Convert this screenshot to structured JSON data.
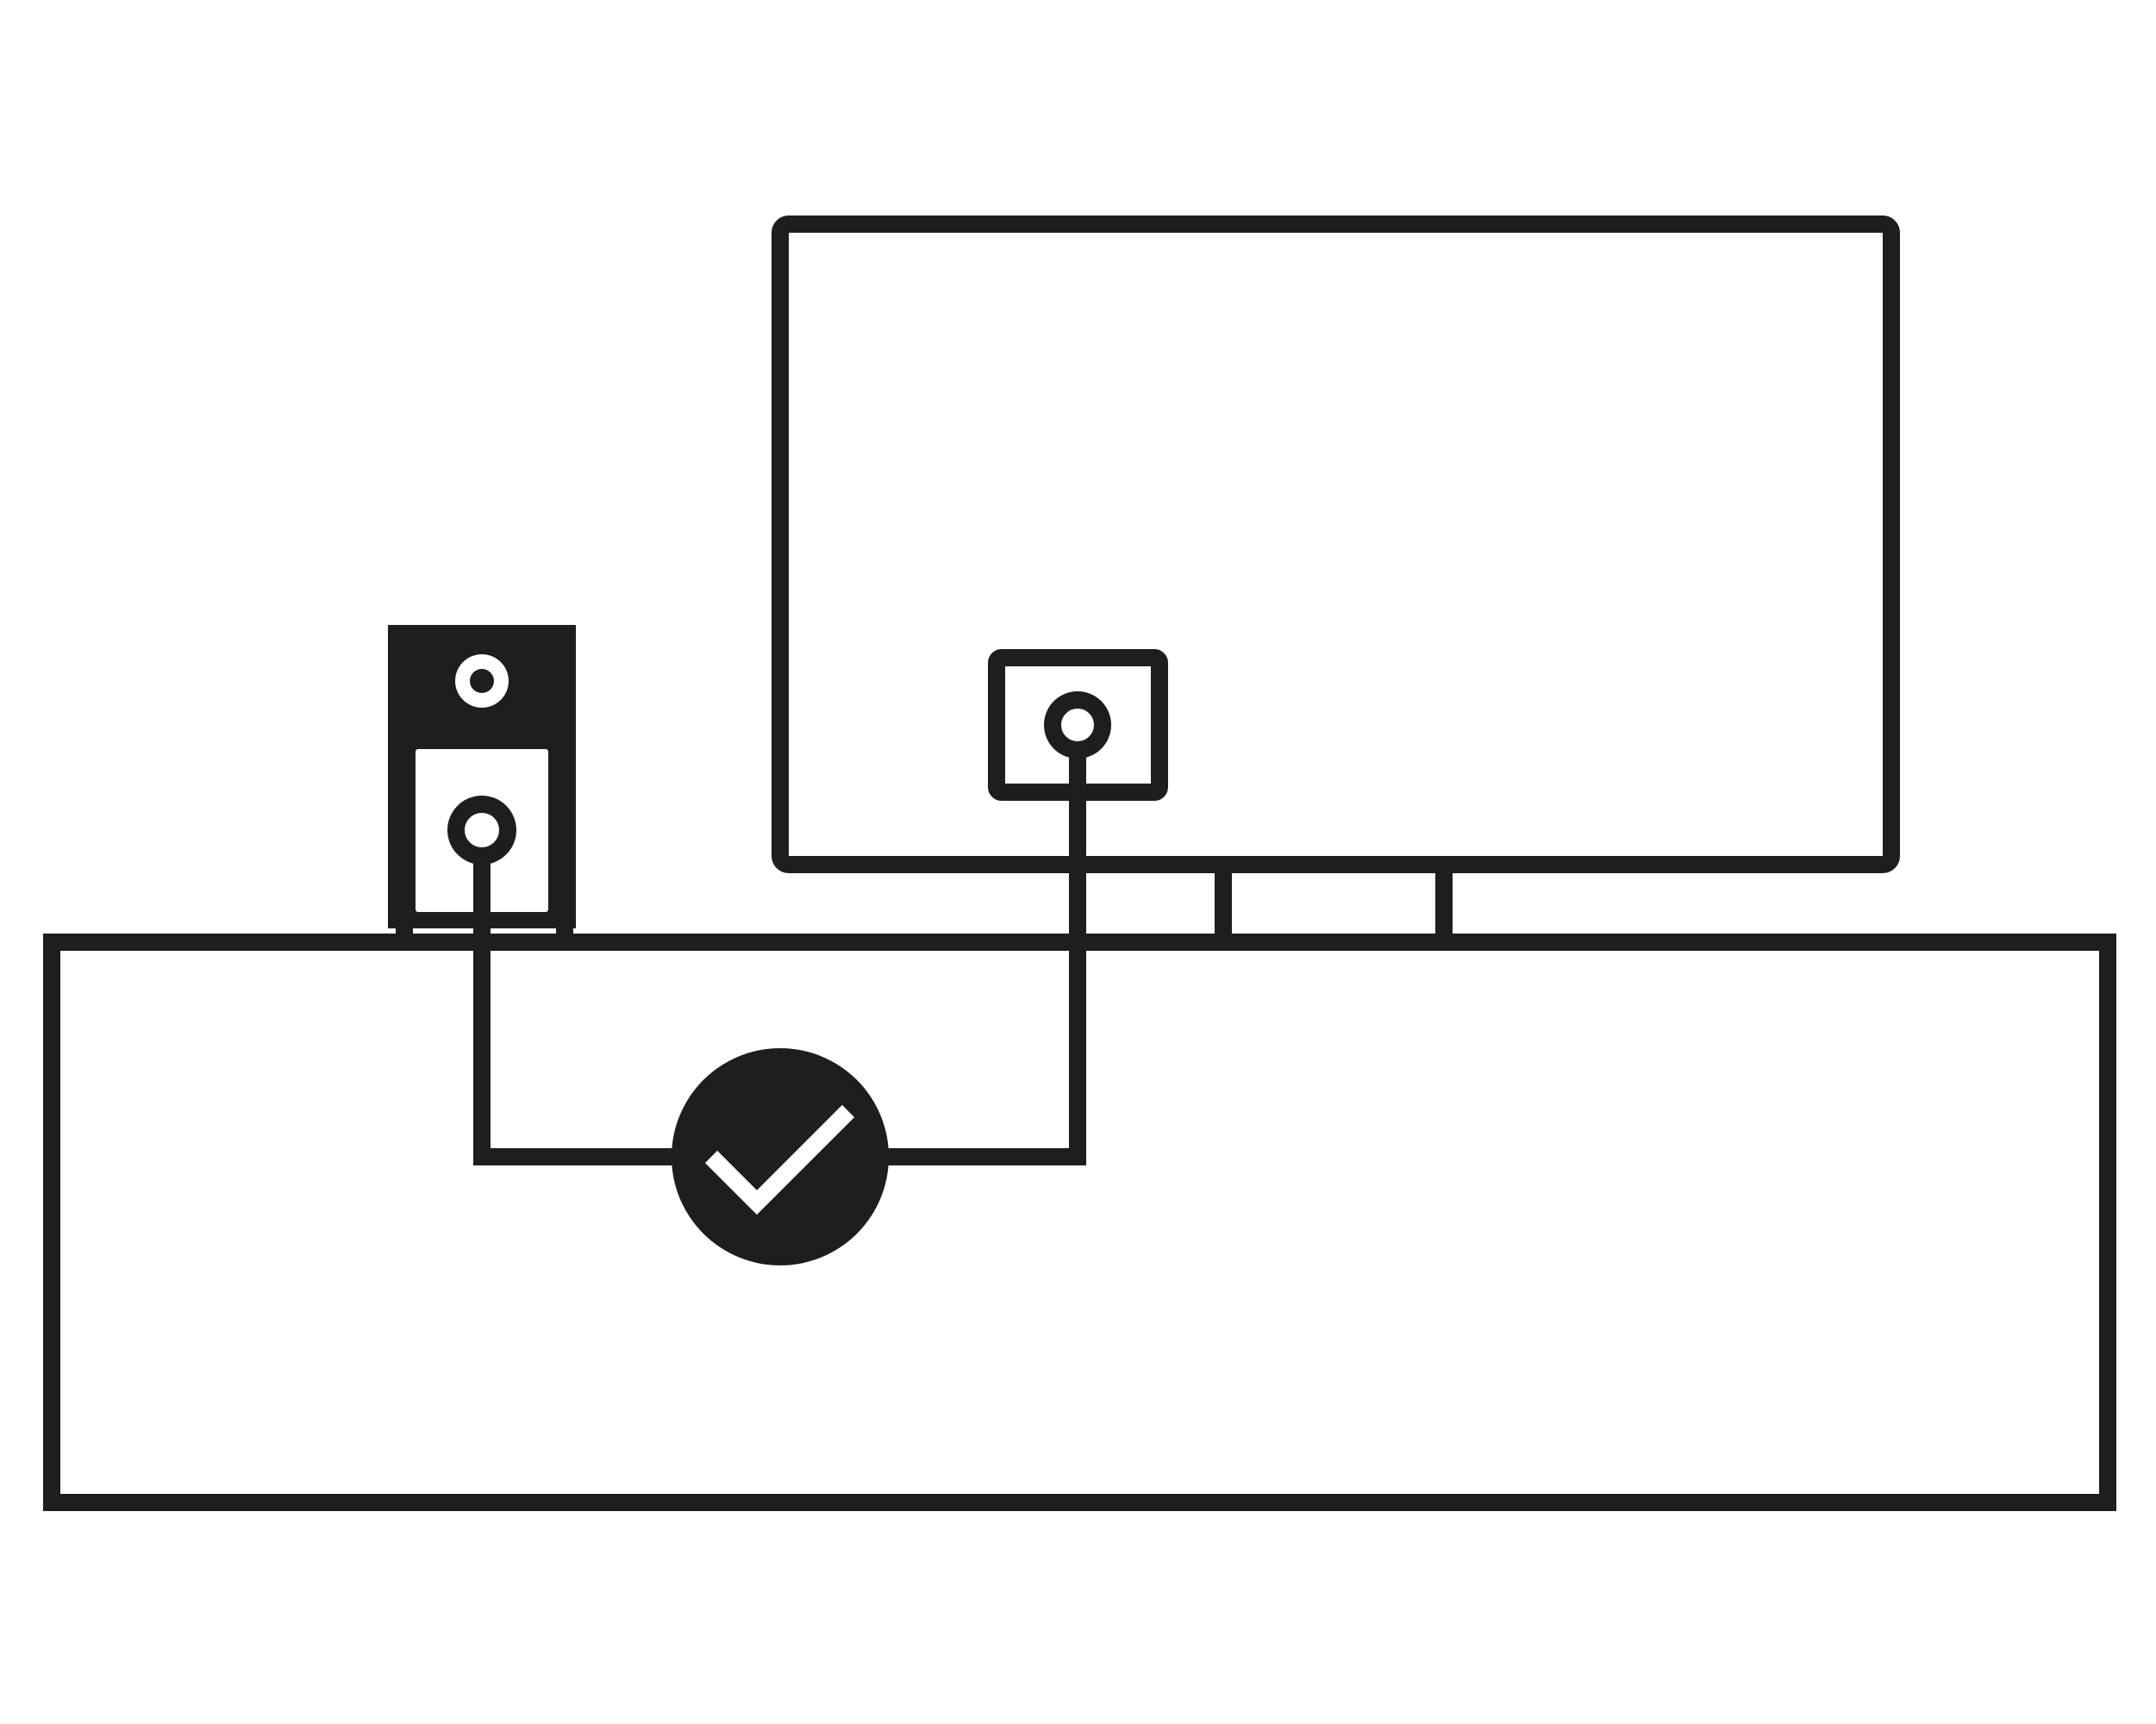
{
  "colors": {
    "stroke": "#1e1e1c",
    "fill_dark": "#1e1e1c",
    "background": "#ffffff",
    "check_mark": "#ffffff"
  },
  "diagram": {
    "kind": "speaker-to-tv-connection-illustration",
    "nodes": [
      {
        "id": "tv-screen",
        "label": "",
        "icon": "tv-outline"
      },
      {
        "id": "tv-stand",
        "label": "",
        "icon": "tv-stand"
      },
      {
        "id": "tv-input-port",
        "label": "",
        "icon": "jack-port"
      },
      {
        "id": "speaker",
        "label": "",
        "icon": "speaker"
      },
      {
        "id": "tv-cabinet",
        "label": "",
        "icon": "cabinet-outline"
      },
      {
        "id": "status-indicator",
        "label": "",
        "icon": "checkmark-icon",
        "status": "correct"
      }
    ],
    "edges": [
      {
        "from": "speaker",
        "to": "status-indicator",
        "style": "cable"
      },
      {
        "from": "status-indicator",
        "to": "tv-input-port",
        "style": "cable"
      }
    ]
  }
}
